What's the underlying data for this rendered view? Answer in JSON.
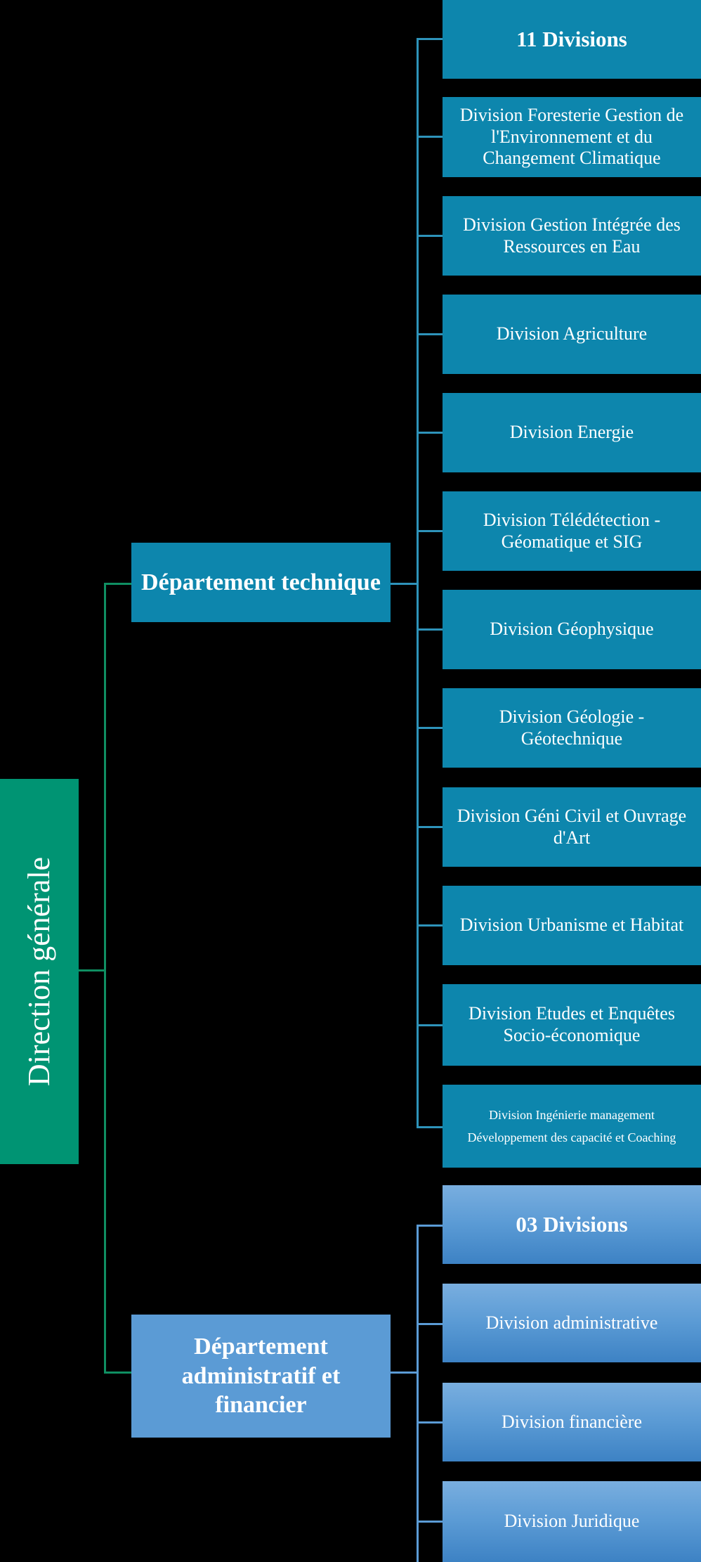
{
  "colors": {
    "background": "#000000",
    "root_green": "#009473",
    "connector_green": "#0f8f62",
    "teal": "#0d86ad",
    "light_blue": "#5b9bd5",
    "light_blue_top": "#79aedf",
    "light_blue_bottom": "#3d82c4",
    "text": "#ffffff"
  },
  "root": {
    "label": "Direction générale"
  },
  "departments": [
    {
      "id": "technique",
      "label": "Département technique",
      "count_label": "11 Divisions",
      "divisions": [
        "Division Foresterie Gestion de l'Environnement et du Changement Climatique",
        "Division Gestion Intégrée des Ressources en Eau",
        "Division Agriculture",
        "Division Energie",
        "Division Télédétection - Géomatique et SIG",
        "Division Géophysique",
        "Division Géologie - Géotechnique",
        "Division Géni Civil et Ouvrage d'Art",
        "Division Urbanisme et Habitat",
        "Division Etudes et Enquêtes Socio-économique",
        "Division Ingénierie management"
      ],
      "last_division_second_line": "Développement des capacité et Coaching"
    },
    {
      "id": "administratif-financier",
      "label": "Département administratif  et financier",
      "count_label": "03 Divisions",
      "divisions": [
        "Division administrative",
        "Division financière",
        "Division Juridique"
      ]
    }
  ]
}
